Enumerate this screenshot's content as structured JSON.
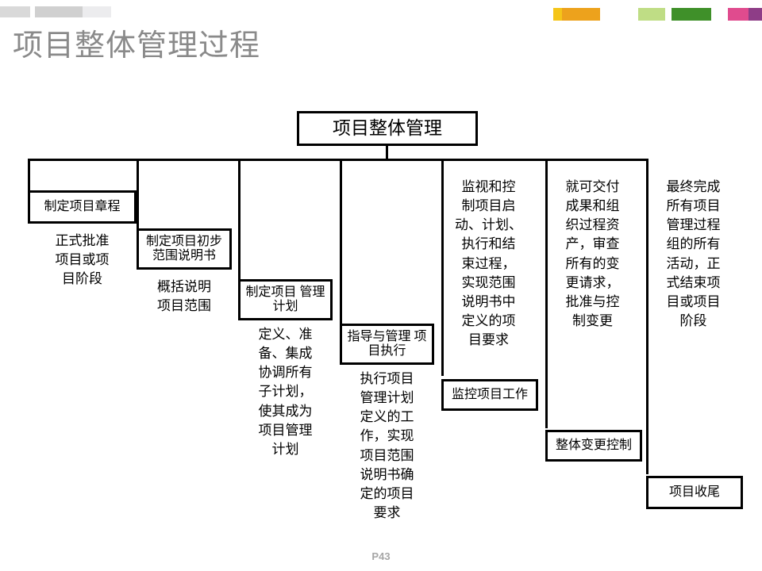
{
  "slide": {
    "title": "项目整体管理过程",
    "page_number": "P43",
    "title_color": "#8a8a8a"
  },
  "decorations": {
    "gray_bars": [
      "#d9d9d9",
      "#d0d0d0",
      "#ececee"
    ],
    "accent_bars": [
      "#f5c518",
      "#eda21c",
      "#bfdd85",
      "#3f9029",
      "#e04b8e",
      "#8e3d87"
    ]
  },
  "diagram": {
    "type": "hierarchy",
    "root": {
      "label": "项目整体管理"
    },
    "nodes": [
      {
        "id": "n1",
        "label": "制定项目章程",
        "description": "正式批准\n项目或项\n目阶段"
      },
      {
        "id": "n2",
        "label": "制定项目初步\n范围说明书",
        "description": "概括说明\n项目范围"
      },
      {
        "id": "n3",
        "label": "制定项目\n管理计划",
        "description": "定义、准\n备、集成\n协调所有\n子计划，\n使其成为\n项目管理\n计划"
      },
      {
        "id": "n4",
        "label": "指导与管理\n项目执行",
        "description": "执行项目\n管理计划\n定义的工\n作，实现\n项目范围\n说明书确\n定的项目\n要求"
      },
      {
        "id": "n5",
        "label": "监控项目工作",
        "description": "监视和控\n制项目启\n动、计划、\n执行和结\n束过程，\n实现范围\n说明书中\n定义的项\n目要求"
      },
      {
        "id": "n6",
        "label": "整体变更控制",
        "description": "就可交付\n成果和组\n织过程资\n产，审查\n所有的变\n更请求，\n批准与控\n制变更"
      },
      {
        "id": "n7",
        "label": "项目收尾",
        "description": "最终完成\n所有项目\n管理过程\n组的所有\n活动，正\n式结束项\n目或项目\n阶段"
      }
    ]
  }
}
